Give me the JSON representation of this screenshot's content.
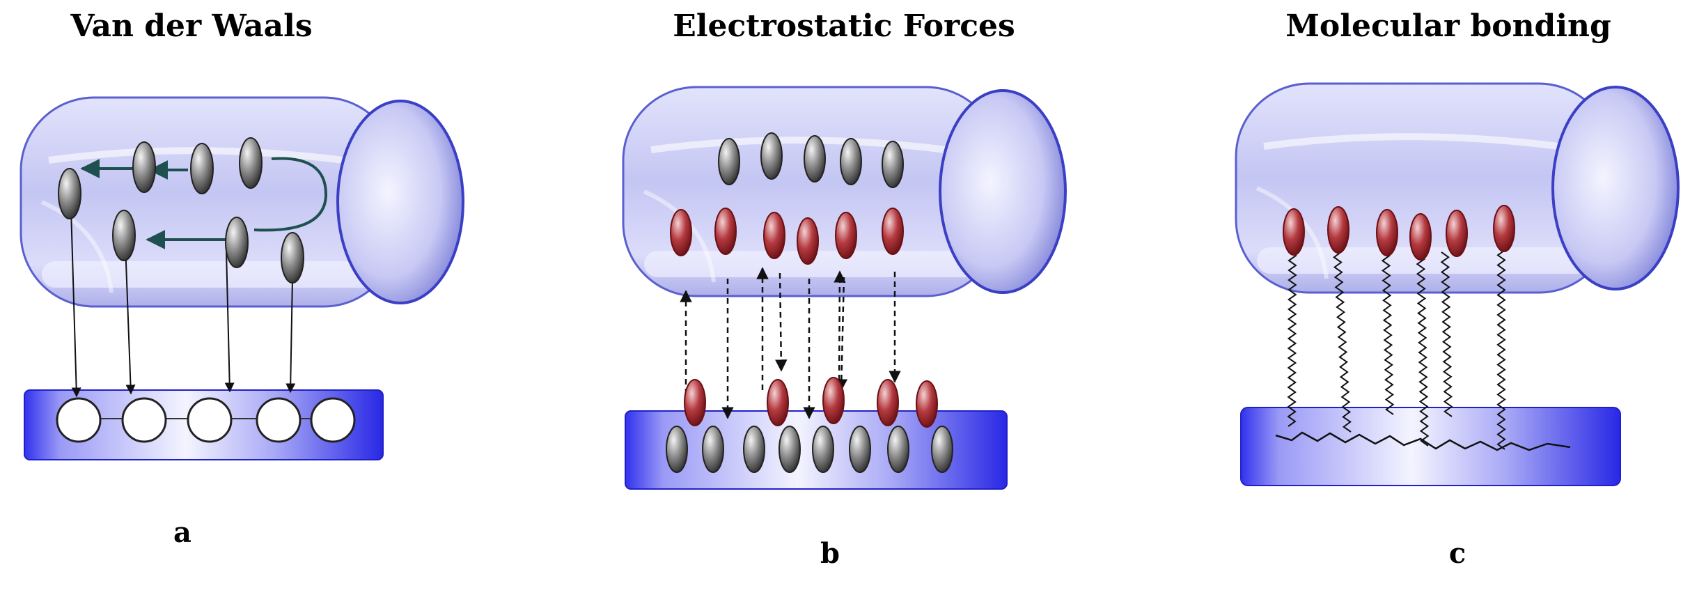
{
  "panels": [
    {
      "title": "Van der Waals",
      "caption": "a"
    },
    {
      "title": "Electrostatic Forces",
      "caption": "b"
    },
    {
      "title": "Molecular bonding",
      "caption": "c"
    }
  ],
  "colors": {
    "tube_fill": "#c6c8f4",
    "tube_stroke": "#5a5fd0",
    "substrate": "#3434f0",
    "neutral_particle": "#6e6e6e",
    "charged_particle": "#a0242a",
    "curved_arrow": "#1e5050"
  }
}
